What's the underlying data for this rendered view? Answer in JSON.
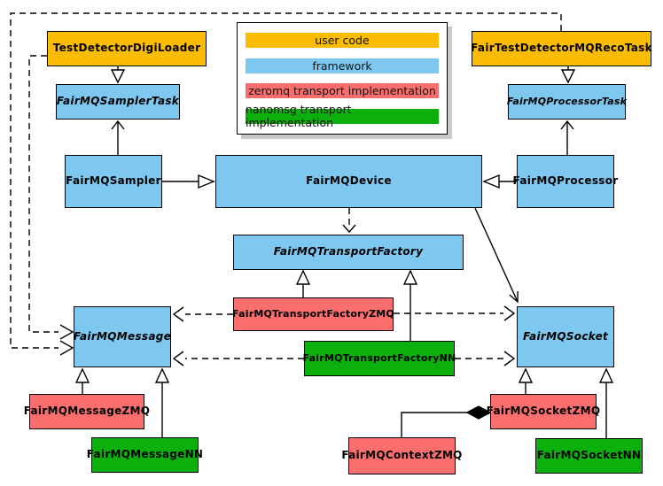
{
  "colors": {
    "user_code": "#FBBC05",
    "framework": "#7EC8F0",
    "zeromq": "#FA6E6E",
    "nanomsg": "#0CB00C",
    "border": "#000000",
    "legend_shadow": "#C9C9C9"
  },
  "legend": {
    "items": [
      {
        "id": "user-code",
        "label": "user code",
        "color": "user_code"
      },
      {
        "id": "framework",
        "label": "framework",
        "color": "framework"
      },
      {
        "id": "zeromq",
        "label": "zeromq transport implementation",
        "color": "zeromq"
      },
      {
        "id": "nanomsg",
        "label": "nanomsg transport implementation",
        "color": "nanomsg"
      }
    ]
  },
  "nodes": {
    "testDetectorDigiLoader": {
      "label": "TestDetectorDigiLoader",
      "category": "user code",
      "abstract": false
    },
    "fairTestDetectorMQRecoTask": {
      "label": "FairTestDetectorMQRecoTask",
      "category": "user code",
      "abstract": false
    },
    "fairMQSamplerTask": {
      "label": "FairMQSamplerTask",
      "category": "framework",
      "abstract": true
    },
    "fairMQProcessorTask": {
      "label": "FairMQProcessorTask",
      "category": "framework",
      "abstract": true
    },
    "fairMQSampler": {
      "label": "FairMQSampler",
      "category": "framework",
      "abstract": false
    },
    "fairMQDevice": {
      "label": "FairMQDevice",
      "category": "framework",
      "abstract": false
    },
    "fairMQProcessor": {
      "label": "FairMQProcessor",
      "category": "framework",
      "abstract": false
    },
    "fairMQTransportFactory": {
      "label": "FairMQTransportFactory",
      "category": "framework",
      "abstract": true
    },
    "fairMQTransportFactoryZMQ": {
      "label": "FairMQTransportFactoryZMQ",
      "category": "zeromq transport implementation",
      "abstract": false
    },
    "fairMQTransportFactoryNN": {
      "label": "FairMQTransportFactoryNN",
      "category": "nanomsg transport implementation",
      "abstract": false
    },
    "fairMQMessage": {
      "label": "FairMQMessage",
      "category": "framework",
      "abstract": true
    },
    "fairMQSocket": {
      "label": "FairMQSocket",
      "category": "framework",
      "abstract": true
    },
    "fairMQMessageZMQ": {
      "label": "FairMQMessageZMQ",
      "category": "zeromq transport implementation",
      "abstract": false
    },
    "fairMQMessageNN": {
      "label": "FairMQMessageNN",
      "category": "nanomsg transport implementation",
      "abstract": false
    },
    "fairMQSocketZMQ": {
      "label": "FairMQSocketZMQ",
      "category": "zeromq transport implementation",
      "abstract": false
    },
    "fairMQSocketNN": {
      "label": "FairMQSocketNN",
      "category": "nanomsg transport implementation",
      "abstract": false
    },
    "fairMQContextZMQ": {
      "label": "FairMQContextZMQ",
      "category": "zeromq transport implementation",
      "abstract": false
    }
  },
  "relationships": [
    {
      "from": "TestDetectorDigiLoader",
      "to": "FairMQSamplerTask",
      "type": "inheritance"
    },
    {
      "from": "FairTestDetectorMQRecoTask",
      "to": "FairMQProcessorTask",
      "type": "inheritance"
    },
    {
      "from": "FairMQSampler",
      "to": "FairMQSamplerTask",
      "type": "association"
    },
    {
      "from": "FairMQProcessor",
      "to": "FairMQProcessorTask",
      "type": "association"
    },
    {
      "from": "FairMQSampler",
      "to": "FairMQDevice",
      "type": "inheritance"
    },
    {
      "from": "FairMQProcessor",
      "to": "FairMQDevice",
      "type": "inheritance"
    },
    {
      "from": "FairMQDevice",
      "to": "FairMQTransportFactory",
      "type": "dependency"
    },
    {
      "from": "FairMQDevice",
      "to": "FairMQSocket",
      "type": "association"
    },
    {
      "from": "FairMQTransportFactoryZMQ",
      "to": "FairMQTransportFactory",
      "type": "inheritance"
    },
    {
      "from": "FairMQTransportFactoryNN",
      "to": "FairMQTransportFactory",
      "type": "inheritance"
    },
    {
      "from": "FairMQTransportFactoryZMQ",
      "to": "FairMQMessage",
      "type": "dependency"
    },
    {
      "from": "FairMQTransportFactoryZMQ",
      "to": "FairMQSocket",
      "type": "dependency"
    },
    {
      "from": "FairMQTransportFactoryNN",
      "to": "FairMQMessage",
      "type": "dependency"
    },
    {
      "from": "FairMQTransportFactoryNN",
      "to": "FairMQSocket",
      "type": "dependency"
    },
    {
      "from": "FairMQMessageZMQ",
      "to": "FairMQMessage",
      "type": "inheritance"
    },
    {
      "from": "FairMQMessageNN",
      "to": "FairMQMessage",
      "type": "inheritance"
    },
    {
      "from": "FairMQSocketZMQ",
      "to": "FairMQSocket",
      "type": "inheritance"
    },
    {
      "from": "FairMQSocketNN",
      "to": "FairMQSocket",
      "type": "inheritance"
    },
    {
      "from": "TestDetectorDigiLoader",
      "to": "FairMQMessage",
      "type": "dependency"
    },
    {
      "from": "FairTestDetectorMQRecoTask",
      "to": "FairMQMessage",
      "type": "dependency"
    },
    {
      "from": "FairMQContextZMQ",
      "to": "FairMQSocketZMQ",
      "type": "composition"
    }
  ]
}
